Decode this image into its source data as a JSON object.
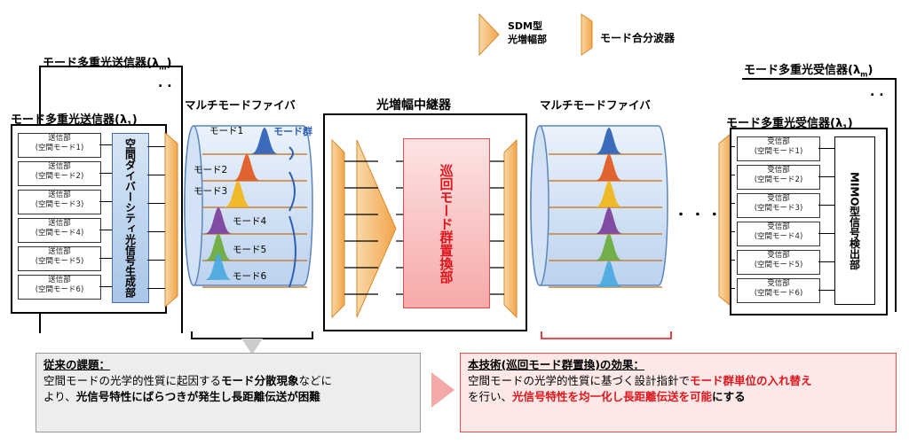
{
  "legend": {
    "amp": "SDM型",
    "amp2": "光増幅部",
    "mux": "モード合分波器"
  },
  "tx": {
    "title_m": "モード多重光送信器(λ",
    "title_m_sub": "m",
    "title_1": "モード多重光送信器(λ",
    "title_1_sub": "1",
    "cells": [
      {
        "a": "送信部",
        "b": "(空間モード1)"
      },
      {
        "a": "送信部",
        "b": "(空間モード2)"
      },
      {
        "a": "送信部",
        "b": "(空間モード3)"
      },
      {
        "a": "送信部",
        "b": "(空間モード4)"
      },
      {
        "a": "送信部",
        "b": "(空間モード5)"
      },
      {
        "a": "送信部",
        "b": "(空間モード6)"
      }
    ],
    "gen": "空間ダイバーシティ光信号生成部"
  },
  "fiber1": {
    "title": "マルチモードファイバ",
    "group": "モード群",
    "modes": [
      "モード1",
      "モード2",
      "モード3",
      "モード4",
      "モード5",
      "モード6"
    ]
  },
  "repeater": {
    "title": "光増幅中継器",
    "exchanger": "巡回モード群置換部"
  },
  "fiber2": {
    "title": "マルチモードファイバ"
  },
  "dots": "・ ・ ・",
  "rx": {
    "title_m": "モード多重光受信器(λ",
    "title_m_sub": "m",
    "title_1": "モード多重光受信器(λ",
    "title_1_sub": "1",
    "cells": [
      {
        "a": "受信部",
        "b": "(空間モード1)"
      },
      {
        "a": "受信部",
        "b": "(空間モード2)"
      },
      {
        "a": "受信部",
        "b": "(空間モード3)"
      },
      {
        "a": "受信部",
        "b": "(空間モード4)"
      },
      {
        "a": "受信部",
        "b": "(空間モード5)"
      },
      {
        "a": "受信部",
        "b": "(空間モード6)"
      }
    ],
    "detect": "MIMO型信号検出部"
  },
  "note_left": {
    "title": "従来の課題：",
    "l1a": "空間モードの光学的性質に起因する",
    "l1b": "モード分散現象",
    "l1c": "などに",
    "l2a": "より、",
    "l2b": "光信号特性にばらつきが発生し長距離伝送が困難"
  },
  "note_right": {
    "title": "本技術(巡回モード群置換)の効果：",
    "l1a": "空間モードの光学的性質に基づく設計指針で",
    "l1b": "モード群単位の入れ替え",
    "l2a": "を行い、",
    "l2b": "光信号特性を均一化し長距離伝送を可能",
    "l2c": "にする"
  },
  "colors": {
    "mode1": "#2f5fb5",
    "mode2": "#e0571e",
    "mode3": "#f1b51a",
    "mode4": "#7a3e9b",
    "mode5": "#6aab3a",
    "mode6": "#4aa9e0",
    "amp": "#f5b86a",
    "red": "#e0151b"
  }
}
